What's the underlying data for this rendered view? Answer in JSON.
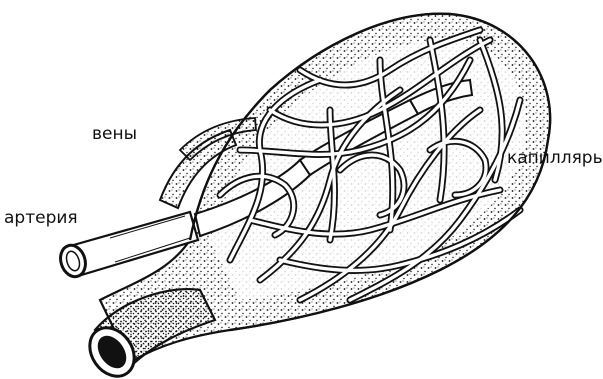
{
  "figure": {
    "labels": {
      "veins": "вены",
      "artery": "артерия",
      "capillaries": "капилляры"
    },
    "colors": {
      "ink": "#111111",
      "paper": "#ffffff"
    }
  }
}
